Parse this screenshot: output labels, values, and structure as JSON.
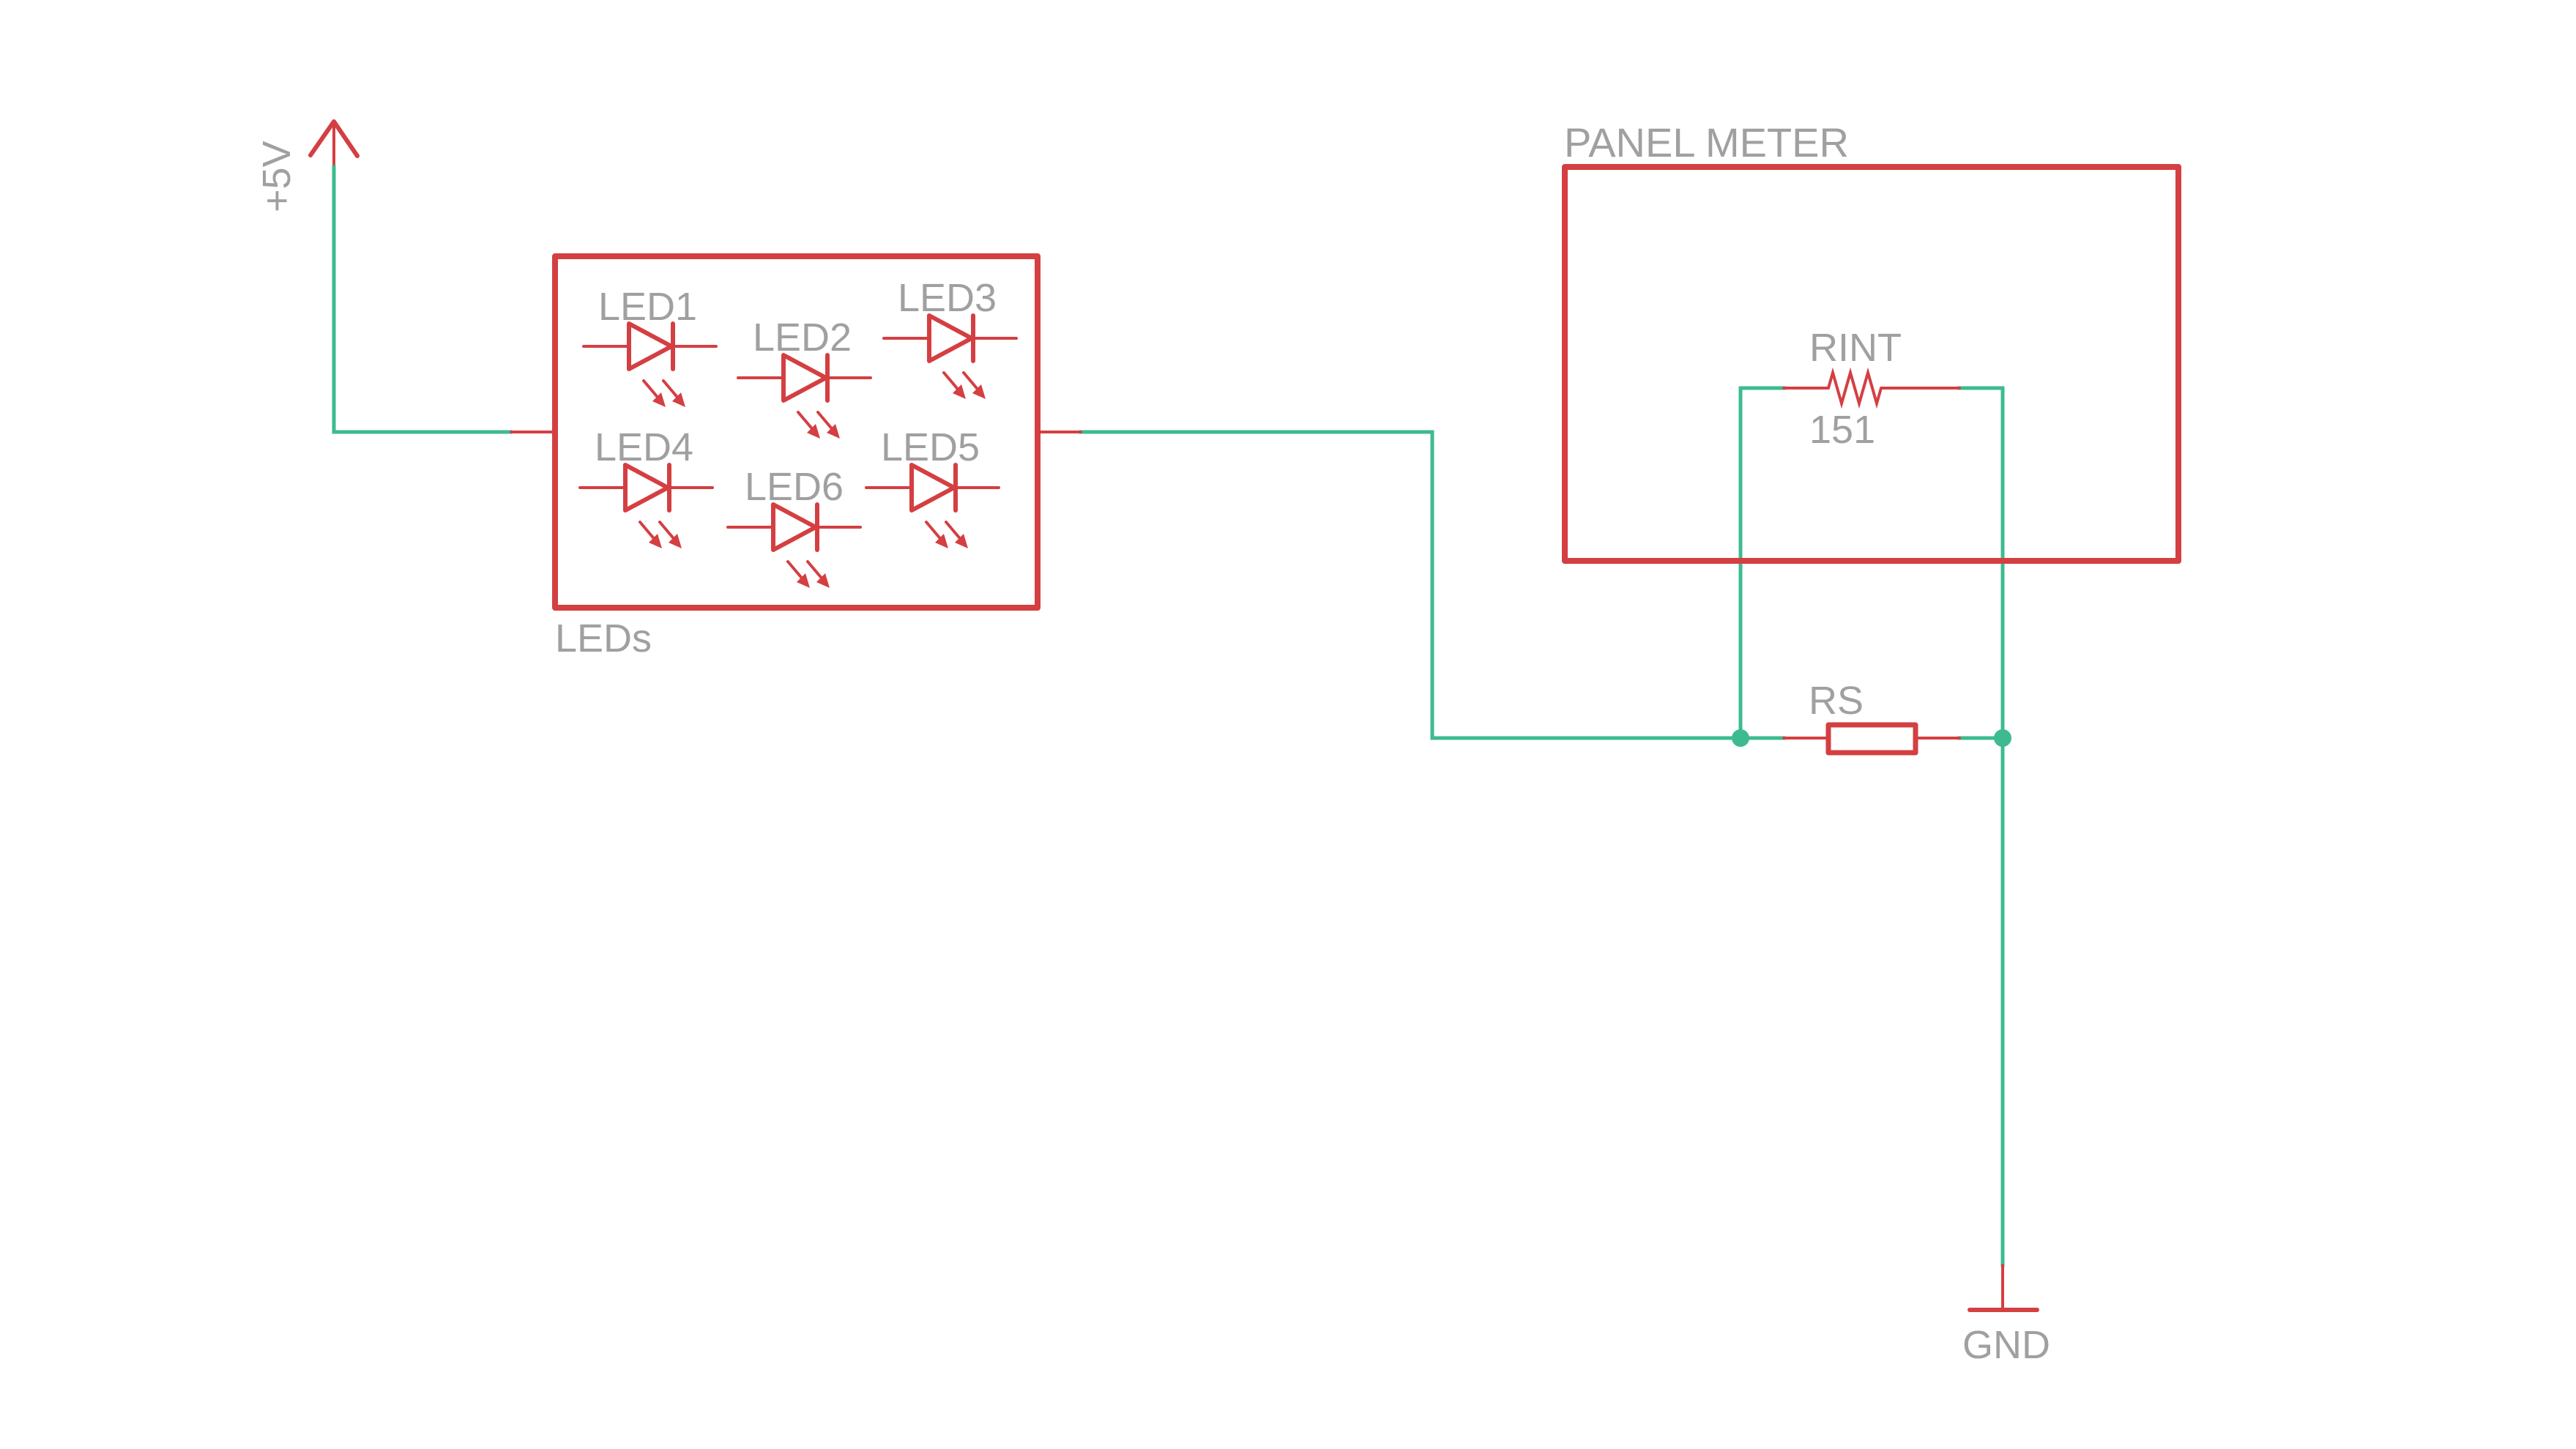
{
  "diagram": {
    "type": "schematic",
    "colors": {
      "wire": "#3dbb8f",
      "component": "#d43f42",
      "label": "#a0a0a0",
      "background": "#ffffff"
    },
    "supply": {
      "label": "+5V",
      "icon": "supply-arrow-icon"
    },
    "ground": {
      "label": "GND",
      "icon": "ground-icon"
    },
    "led_module": {
      "label": "LEDs",
      "leds": [
        {
          "name": "LED1"
        },
        {
          "name": "LED2"
        },
        {
          "name": "LED3"
        },
        {
          "name": "LED4"
        },
        {
          "name": "LED6"
        },
        {
          "name": "LED5"
        }
      ]
    },
    "panel_meter": {
      "label": "PANEL METER",
      "internal_resistor": {
        "name": "RINT",
        "value": "151"
      }
    },
    "shunt_resistor": {
      "name": "RS"
    }
  }
}
